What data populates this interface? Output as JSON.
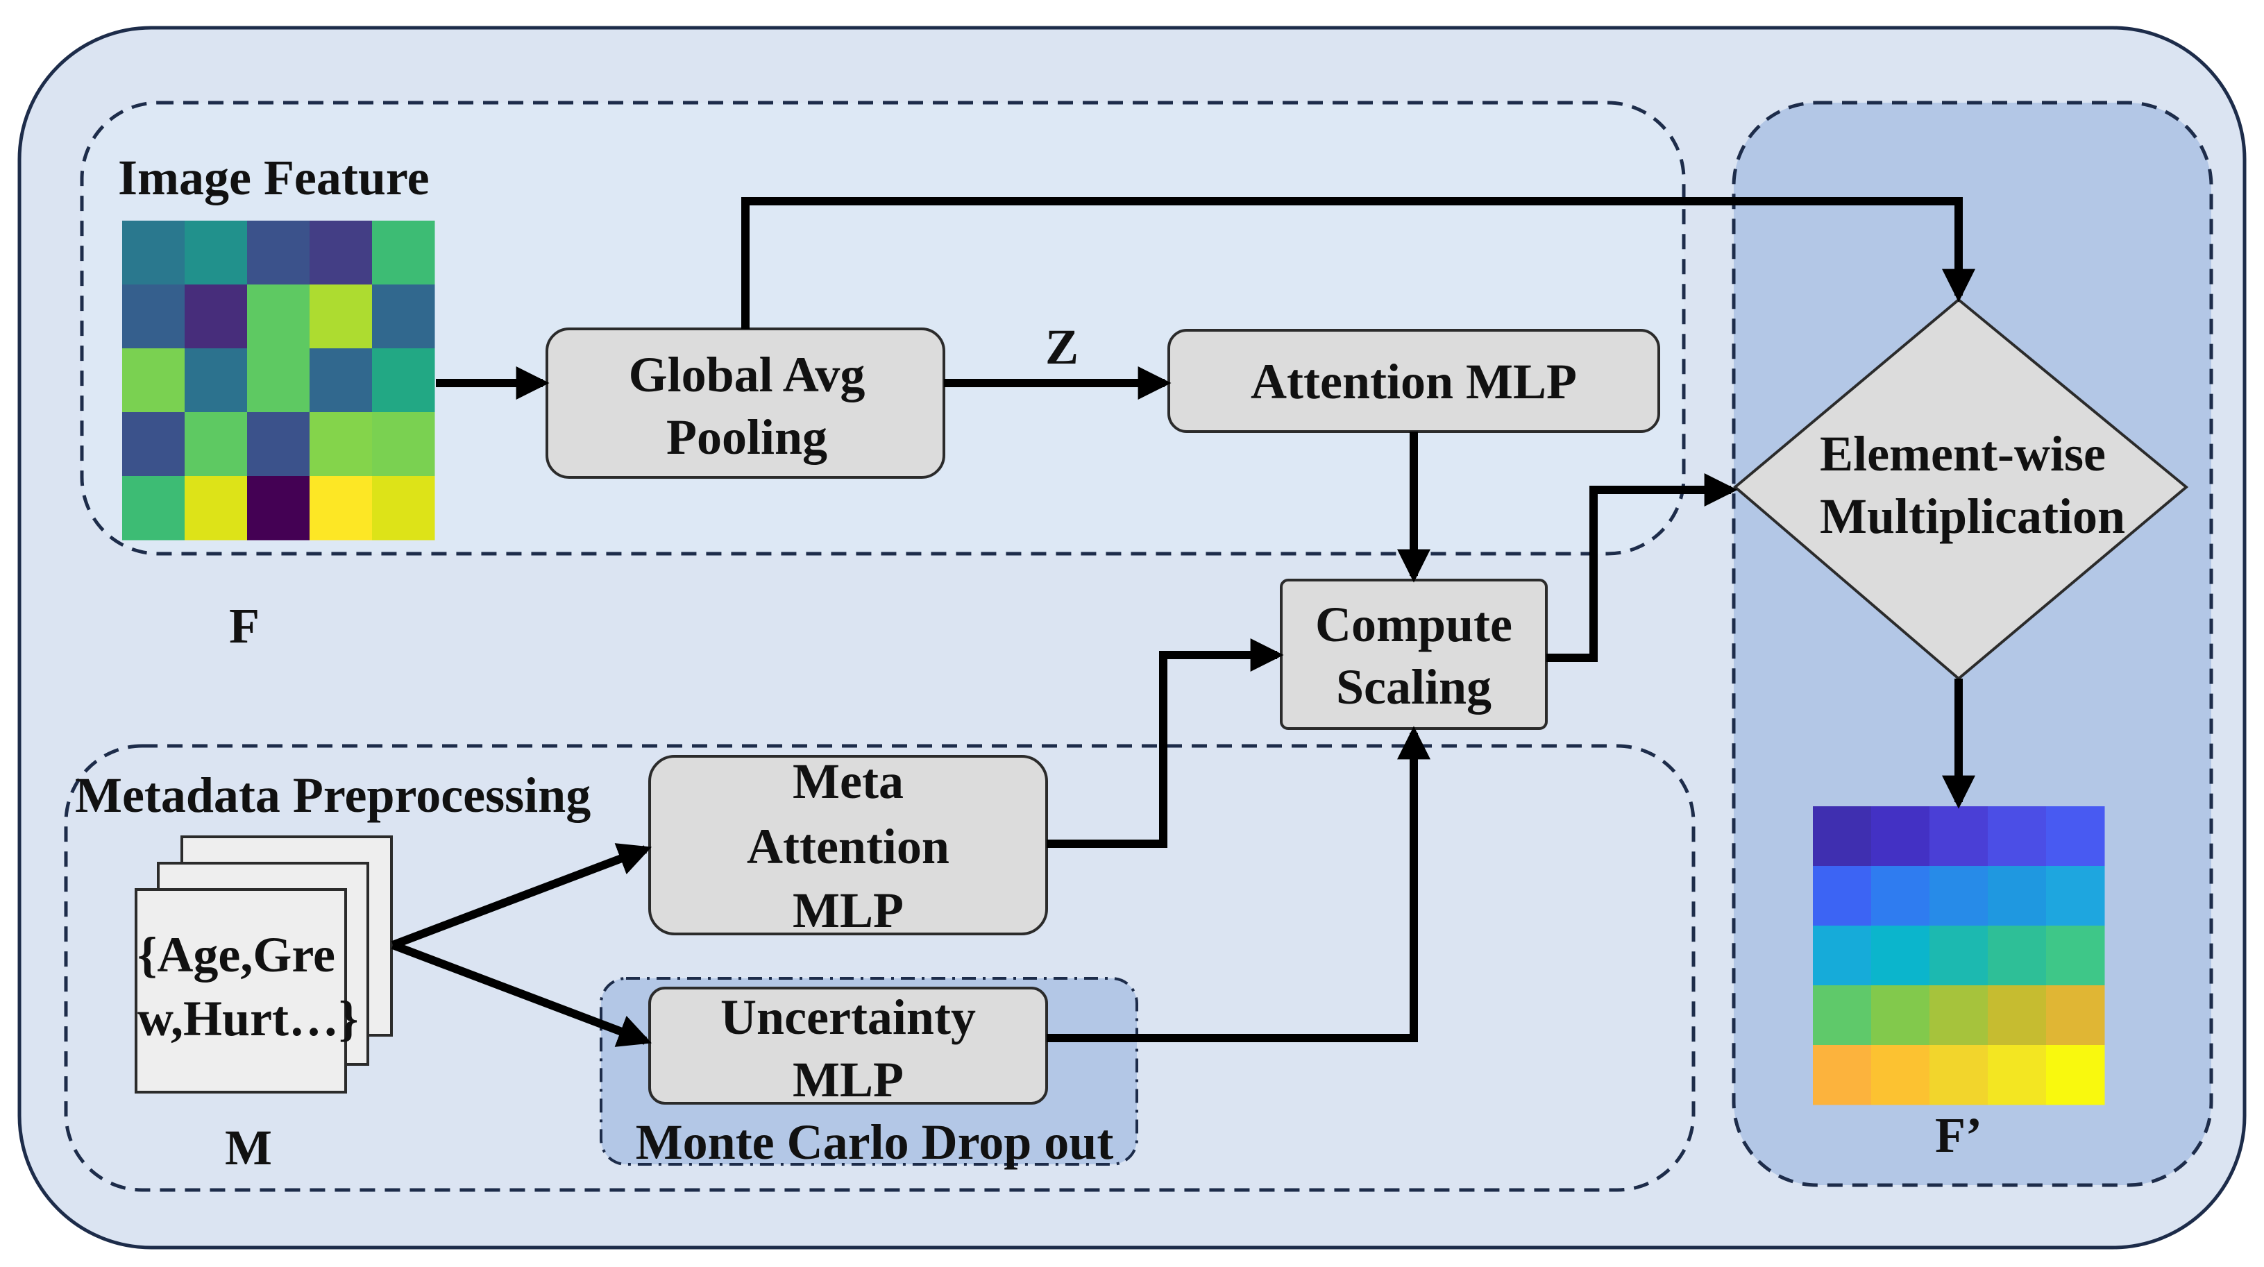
{
  "labels": {
    "image_feature": "Image Feature",
    "f": "F",
    "global_avg_line1": "Global Avg",
    "global_avg_line2": "Pooling",
    "z": "Z",
    "attention_mlp": "Attention MLP",
    "compute_line1": "Compute",
    "compute_line2": "Scaling",
    "element_line1": "Element-wise",
    "element_line2": "Multiplication",
    "f_prime": "F’",
    "metadata_preprocessing": "Metadata Preprocessing",
    "meta_line1": "Meta",
    "meta_line2": "Attention",
    "meta_line3": "MLP",
    "uncertainty_line1": "Uncertainty",
    "uncertainty_line2": "MLP",
    "monte_carlo": "Monte Carlo Drop out",
    "doc_line1": "{Age,Gre",
    "doc_line2": "w,Hurt…}",
    "m": "M"
  },
  "colors": {
    "outer_bg": "#dbe4f2",
    "image_region_bg": "#dde8f5",
    "output_region_bg": "#b3c7e6",
    "dropout_bg": "#b3c7e6",
    "box_fill": "#dcdcdc"
  },
  "image_feature_heatmap": [
    [
      "#2a788e",
      "#21918c",
      "#3b528b",
      "#433e85",
      "#3dbc74"
    ],
    [
      "#355f8d",
      "#472d7b",
      "#5ec962",
      "#addc30",
      "#31688e"
    ],
    [
      "#7ad151",
      "#2c728e",
      "#5ec962",
      "#31688e",
      "#22a884"
    ],
    [
      "#3b528b",
      "#5ec962",
      "#3b528b",
      "#84d44b",
      "#7ad151"
    ],
    [
      "#3dbc74",
      "#dde318",
      "#440154",
      "#fde725",
      "#dde318"
    ]
  ],
  "output_heatmap": [
    [
      "#3f2fb0",
      "#4331c4",
      "#4a3fd6",
      "#4b4ee6",
      "#485af2"
    ],
    [
      "#3c64f4",
      "#2f7cf0",
      "#278be8",
      "#1f98e0",
      "#1ea6df"
    ],
    [
      "#16abd9",
      "#0bb5cc",
      "#1cb9b0",
      "#2ebf97",
      "#3ec788"
    ],
    [
      "#5fc96a",
      "#82c94c",
      "#a6c33c",
      "#c6bc30",
      "#e0b634"
    ],
    [
      "#fcb33d",
      "#fcc231",
      "#f2d52c",
      "#f3e622",
      "#f9f90e"
    ]
  ]
}
